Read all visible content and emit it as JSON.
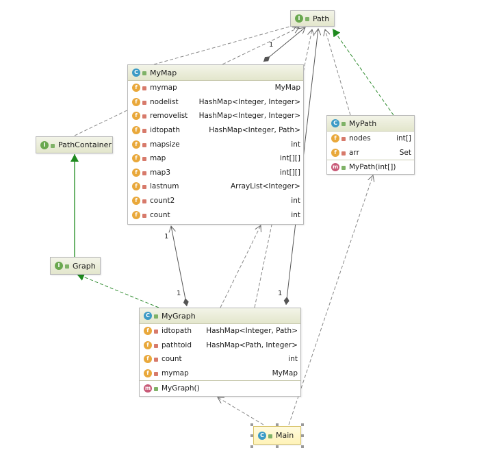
{
  "nodes": {
    "path": {
      "name": "Path",
      "kind": "I"
    },
    "mymap": {
      "name": "MyMap",
      "kind": "C",
      "fields": [
        {
          "name": "mymap",
          "type": "MyMap"
        },
        {
          "name": "nodelist",
          "type": "HashMap<Integer, Integer>"
        },
        {
          "name": "removelist",
          "type": "HashMap<Integer, Integer>"
        },
        {
          "name": "idtopath",
          "type": "HashMap<Integer, Path>"
        },
        {
          "name": "mapsize",
          "type": "int"
        },
        {
          "name": "map",
          "type": "int[][]"
        },
        {
          "name": "map3",
          "type": "int[][]"
        },
        {
          "name": "lastnum",
          "type": "ArrayList<Integer>"
        },
        {
          "name": "count2",
          "type": "int"
        },
        {
          "name": "count",
          "type": "int"
        }
      ]
    },
    "pathcontainer": {
      "name": "PathContainer",
      "kind": "I"
    },
    "mypath": {
      "name": "MyPath",
      "kind": "C",
      "fields": [
        {
          "name": "nodes",
          "type": "int[]"
        },
        {
          "name": "arr",
          "type": "Set"
        }
      ],
      "methods": [
        {
          "name": "MyPath(int[])"
        }
      ]
    },
    "graph": {
      "name": "Graph",
      "kind": "I"
    },
    "mygraph": {
      "name": "MyGraph",
      "kind": "C",
      "fields": [
        {
          "name": "idtopath",
          "type": "HashMap<Integer, Path>"
        },
        {
          "name": "pathtoid",
          "type": "HashMap<Path, Integer>"
        },
        {
          "name": "count",
          "type": "int"
        },
        {
          "name": "mymap",
          "type": "MyMap"
        }
      ],
      "methods": [
        {
          "name": "MyGraph()"
        }
      ]
    },
    "main": {
      "name": "Main",
      "kind": "C"
    }
  },
  "multiplicities": {
    "mymap_path": "1",
    "mygraph_mymap_top": "1",
    "mygraph_mymap_bottom": "1",
    "mygraph_path": "1"
  },
  "colors": {
    "realization": "#2e8b2e",
    "dependency": "#888888",
    "association": "#555555"
  }
}
